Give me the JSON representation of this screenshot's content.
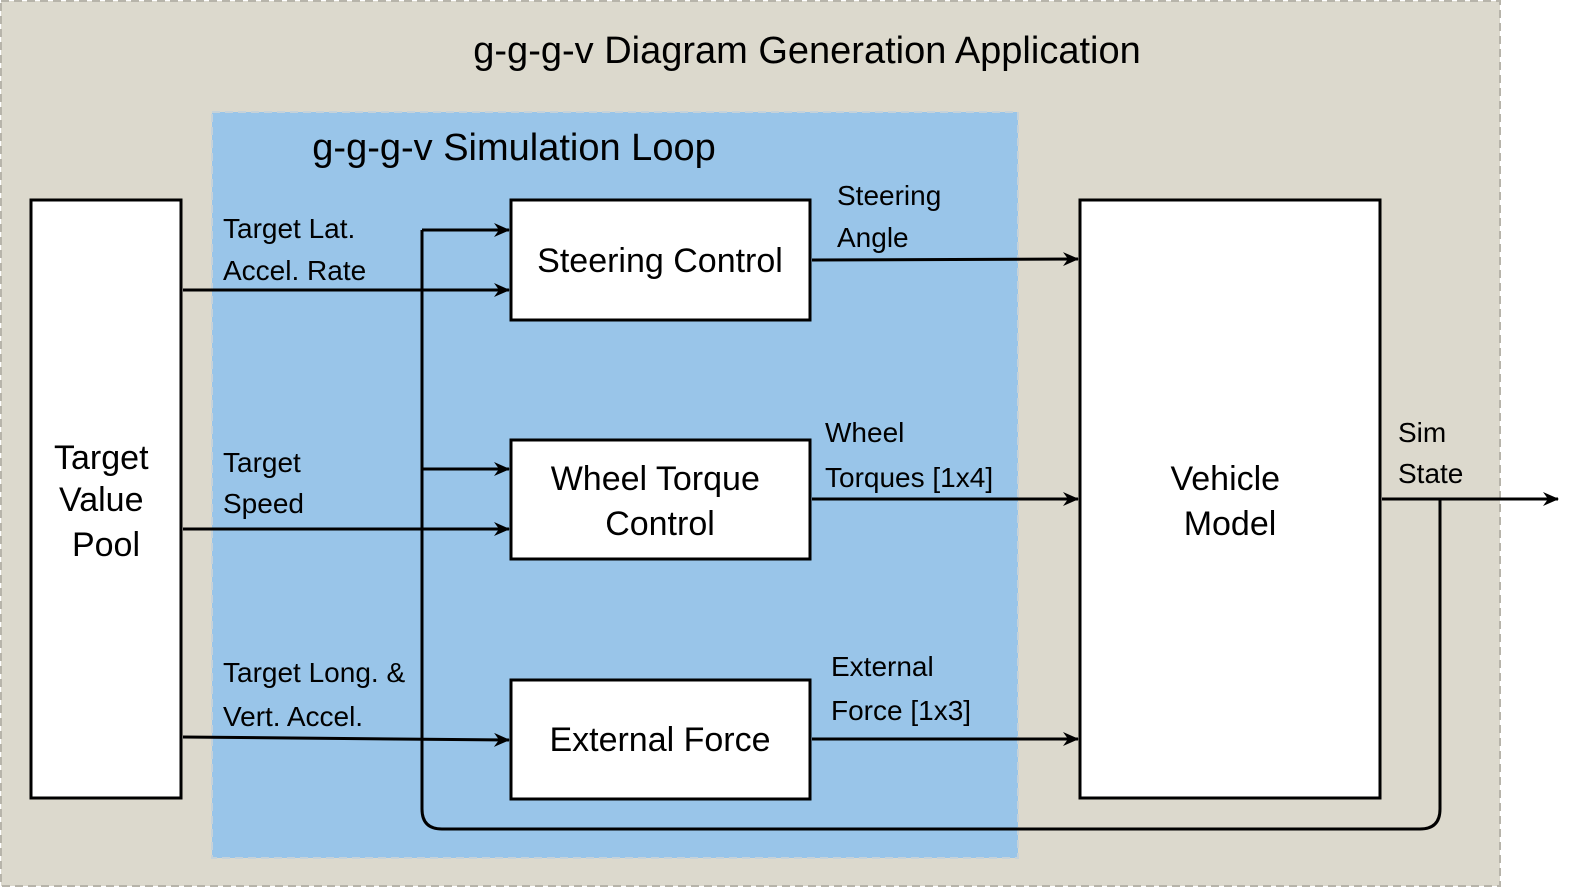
{
  "app_title": "g-g-g-v Diagram Generation Application",
  "loop_title": "g-g-g-v Simulation Loop",
  "blocks": {
    "target_value_pool": [
      "Target",
      "Value",
      "Pool"
    ],
    "steering_control": [
      "Steering Control"
    ],
    "wheel_torque_control": [
      "Wheel Torque",
      "Control"
    ],
    "external_force": [
      "External Force"
    ],
    "vehicle_model": [
      "Vehicle",
      "Model"
    ]
  },
  "signals": {
    "target_lat_accel_rate": [
      "Target Lat.",
      "Accel. Rate"
    ],
    "target_speed": [
      "Target",
      "Speed"
    ],
    "target_long_vert_accel": [
      "Target Long. &",
      "Vert. Accel."
    ],
    "steering_angle": [
      "Steering",
      "Angle"
    ],
    "wheel_torques": [
      "Wheel",
      "Torques [1x4]"
    ],
    "external_force_out": [
      "External",
      "Force [1x3]"
    ],
    "sim_state": [
      "Sim",
      "State"
    ]
  },
  "colors": {
    "app_background": "#dcd9cd",
    "app_border": "#b7b4aa",
    "loop_background": "#99c5e9",
    "loop_border": "#c6d2d9",
    "block_fill": "#ffffff",
    "line": "#000000"
  }
}
